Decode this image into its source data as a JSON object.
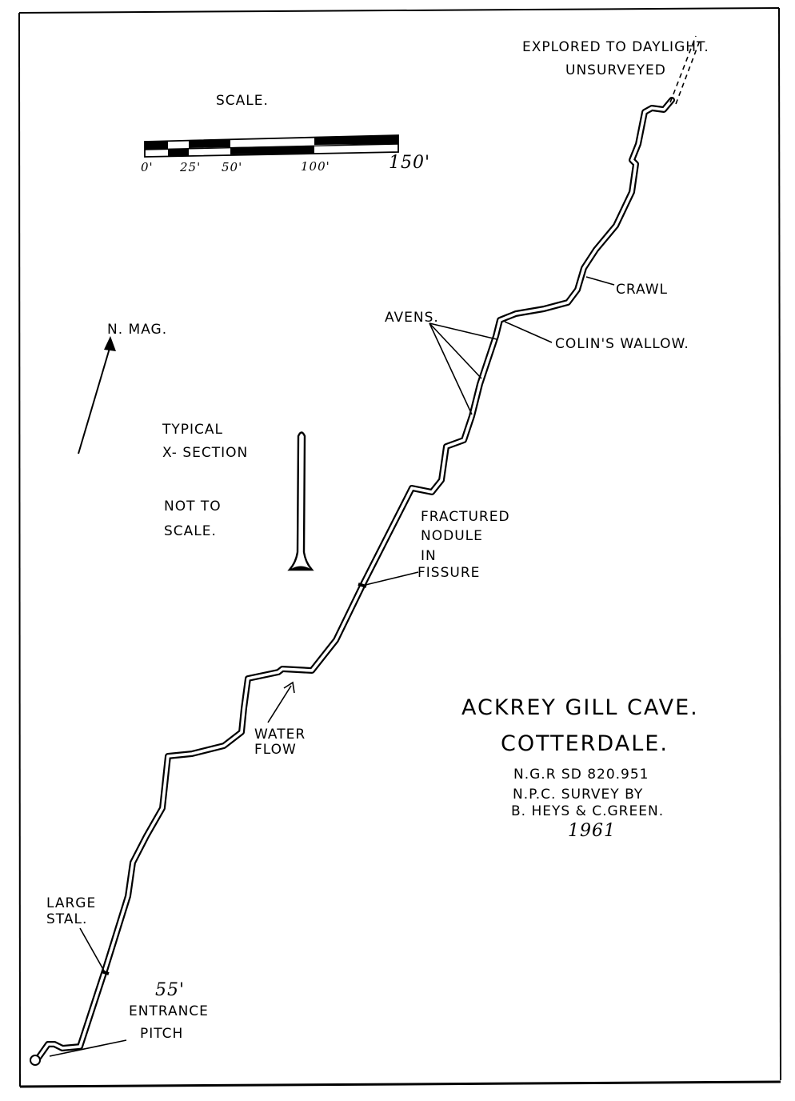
{
  "title": {
    "line1": "ACKREY  GILL CAVE.",
    "line2": "COTTERDALE."
  },
  "info": {
    "ngr": "N.G.R  SD  820.951",
    "survey": "N.P.C.  SURVEY  BY",
    "surveyors": "B. HEYS   &  C.GREEN.",
    "year": "1961"
  },
  "scale": {
    "label": "SCALE.",
    "ticks": [
      "0'",
      "25'",
      "50'",
      "100'",
      "150'"
    ]
  },
  "north": {
    "label": "N. MAG."
  },
  "xsection": {
    "line1": "TYPICAL",
    "line2": "X- SECTION",
    "line3": "NOT     TO",
    "line4": "SCALE."
  },
  "labels": {
    "explored": "EXPLORED  TO  DAYLIGHT.",
    "unsurveyed": "UNSURVEYED",
    "crawl": "CRAWL",
    "colins_wallow": "COLIN'S   WALLOW.",
    "avens": "AVENS.",
    "fractured": "FRACTURED",
    "nodule": "NODULE",
    "in": "IN",
    "fissure": "FISSURE",
    "water": "WATER",
    "flow": "FLOW",
    "large": "LARGE",
    "stal": "STAL.",
    "pitch_depth": "55'",
    "entrance": "ENTRANCE",
    "pitch": "PITCH"
  }
}
